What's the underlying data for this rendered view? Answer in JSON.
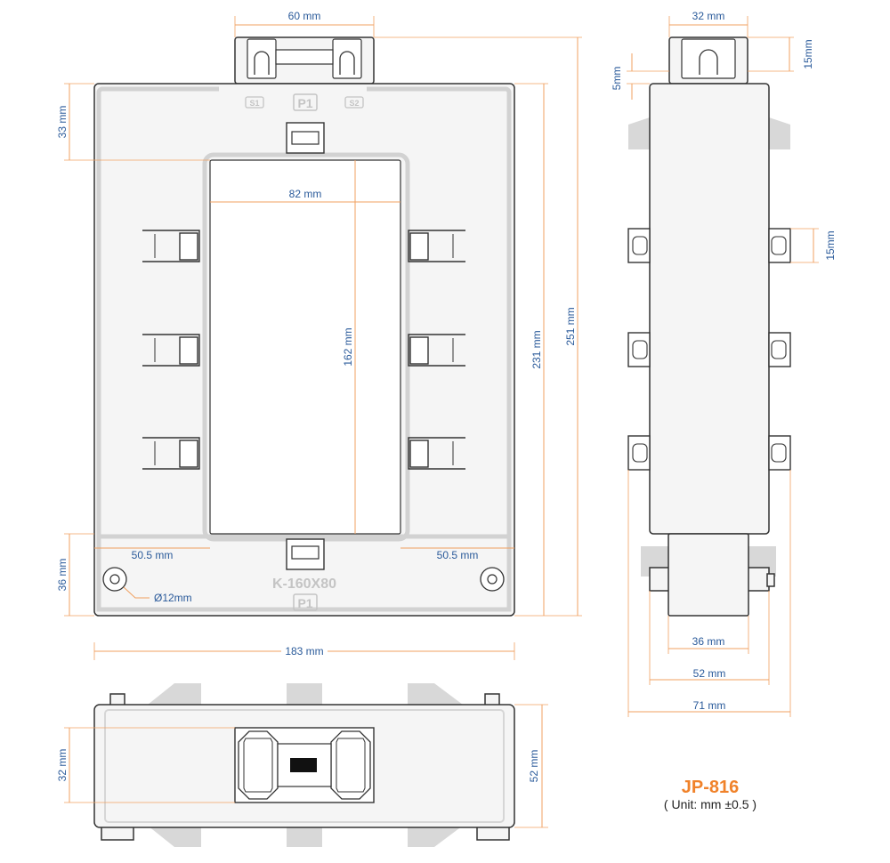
{
  "model": "JP-816",
  "unit_note": "( Unit: mm ±0.5 )",
  "front_view": {
    "mark_s1": "S1",
    "mark_p1_top": "P1",
    "mark_s2": "S2",
    "model_marking": "K-160X80",
    "mark_p1_bottom": "P1",
    "dims": {
      "top_width": "60 mm",
      "top_offset": "33 mm",
      "window_width": "82 mm",
      "window_height": "162 mm",
      "inner_height": "231 mm",
      "total_height": "251 mm",
      "left_margin": "50.5 mm",
      "right_margin": "50.5 mm",
      "bottom_height": "36 mm",
      "hole_diameter": "Ø12mm",
      "total_width": "183 mm"
    }
  },
  "side_view": {
    "dims": {
      "top_width": "32 mm",
      "top_height": "15mm",
      "top_gap": "5mm",
      "clip_height": "15mm",
      "base_36": "36 mm",
      "base_52": "52 mm",
      "base_71": "71 mm"
    }
  },
  "bottom_view": {
    "dims": {
      "window_height": "32 mm",
      "total_height": "52 mm"
    }
  }
}
